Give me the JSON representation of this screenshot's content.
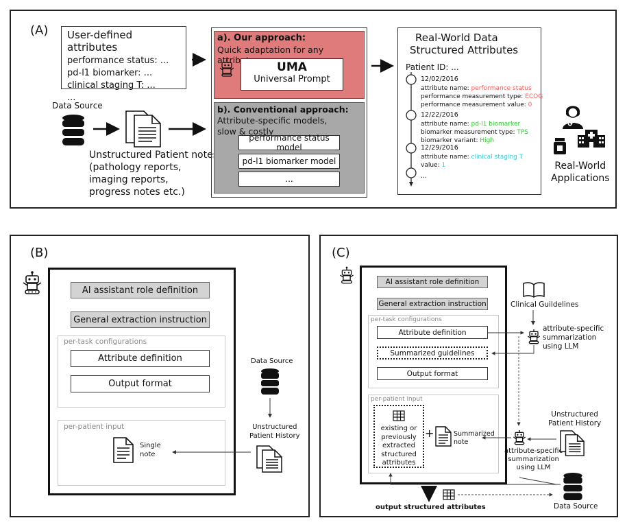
{
  "panel_a": {
    "label": "(A)",
    "user_attrs": {
      "title": "User-defined attributes",
      "lines": [
        "performance status: ...",
        "pd-l1 biomarker: ...",
        "clinical staging T: ...",
        "..."
      ]
    },
    "data_source": "Data Source",
    "notes": {
      "title": "Unstructured Patient notes",
      "lines": [
        "(pathology reports,",
        "imaging reports,",
        "progress notes etc.)"
      ]
    },
    "our_approach": {
      "title": "a). Our approach:",
      "subtitle": "Quick adaptation for any attributes",
      "uma_title": "UMA",
      "uma_subtitle": "Universal Prompt"
    },
    "conventional": {
      "title": "b). Conventional approach:",
      "line1": "Attribute-specific models,",
      "line2": "slow & costly",
      "models": [
        "performance status model",
        "pd-l1 biomarker model",
        "..."
      ]
    },
    "rwd": {
      "title1": "Real-World Data",
      "title2": "Structured Attributes",
      "patient_id": "Patient ID: ...",
      "entries": [
        {
          "date": "12/02/2016",
          "lines": [
            {
              "label": "attribute name: ",
              "value": "performance status",
              "color": "#ff5a5a"
            },
            {
              "label": "performance measurement type: ",
              "value": "ECOG",
              "color": "#ff5a5a"
            },
            {
              "label": "performance measurement value: ",
              "value": "0",
              "color": "#ff5a5a"
            }
          ]
        },
        {
          "date": "12/22/2016",
          "lines": [
            {
              "label": "attribute name: ",
              "value": "pd-l1 biomarker",
              "color": "#33cc33"
            },
            {
              "label": "biomarker measurement type: ",
              "value": "TPS",
              "color": "#33cc33"
            },
            {
              "label": "biomarker variant: ",
              "value": "High",
              "color": "#33cc33"
            }
          ]
        },
        {
          "date": "12/29/2016",
          "lines": [
            {
              "label": "attribute name: ",
              "value": "clinical staging T",
              "color": "#33ccdd"
            },
            {
              "label": "value: ",
              "value": "1",
              "color": "#33ccdd"
            }
          ]
        },
        {
          "date": "...",
          "lines": []
        }
      ]
    },
    "applications": "Real-World\nApplications"
  },
  "panel_b": {
    "label": "(B)",
    "role": "AI assistant role definition",
    "general": "General extraction instruction",
    "per_task": "per-task configurations",
    "attr_def": "Attribute definition",
    "output_format": "Output format",
    "per_patient": "per-patient input",
    "single_note": "Single\nnote",
    "data_source": "Data Source",
    "history": "Unstructured\nPatient History"
  },
  "panel_c": {
    "label": "(C)",
    "role": "AI assistant role definition",
    "general": "General extraction instruction",
    "per_task": "per-task configurations",
    "attr_def": "Attribute definition",
    "summ_guidelines": "Summarized guidelines",
    "output_format": "Output format",
    "per_patient": "per-patient input",
    "existing": "existing or\npreviously\nextracted\nstructured\nattributes",
    "plus": "+",
    "summ_note": "Summarized\nnote",
    "clinical_guidelines": "Clinical Guildelines",
    "summ_llm_1": "attribute-specific\nsummarization\nusing LLM",
    "summ_llm_2": "attribute-specific\nsummarization\nusing LLM",
    "history": "Unstructured\nPatient History",
    "data_source": "Data Source",
    "output": "output structured attributes"
  }
}
